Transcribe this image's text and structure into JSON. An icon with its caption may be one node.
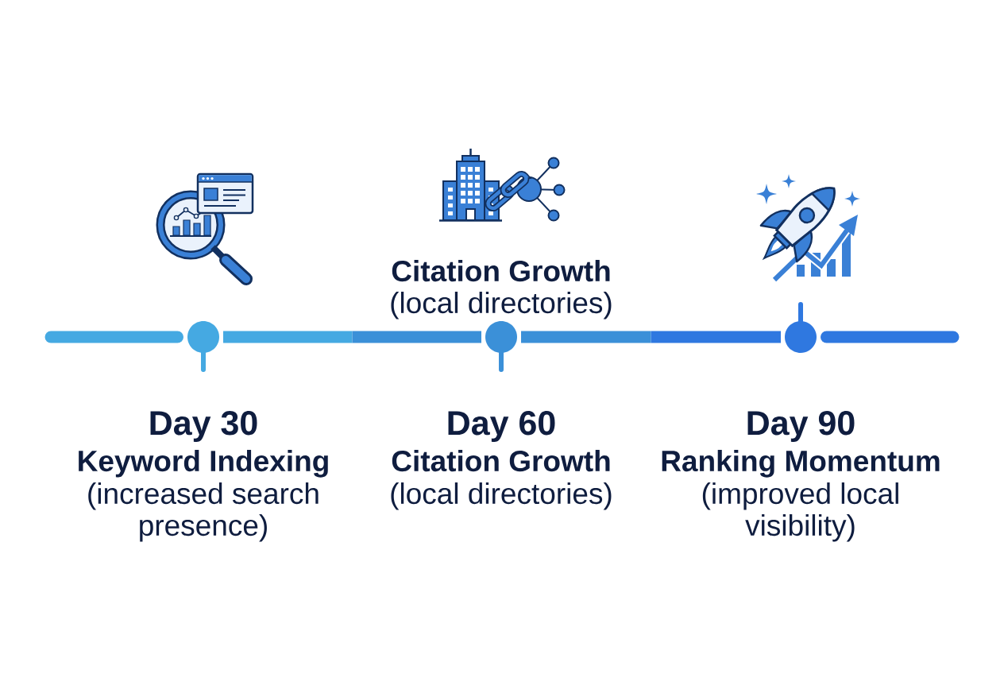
{
  "diagram": {
    "nodes": [
      {
        "text": [],
        "shape": "circle",
        "beside": [
          "Day 30",
          "Keyword Indexing",
          "(increased search presence)"
        ]
      },
      {
        "text": [],
        "shape": "circle",
        "beside": [
          "Day 60",
          "Citation Growth",
          "(local directories)"
        ]
      },
      {
        "text": [],
        "shape": "circle",
        "beside": [
          "Day 90",
          "Ranking Momentum",
          "(improved local visibility)"
        ]
      }
    ],
    "edges": [
      {
        "from": null,
        "to": 0,
        "arrow": "none"
      },
      {
        "from": 0,
        "to": 1,
        "arrow": "none"
      },
      {
        "from": 1,
        "to": 2,
        "arrow": "none"
      },
      {
        "from": 2,
        "to": null,
        "arrow": "none"
      }
    ],
    "labels": [
      "Citation Growth",
      "(local directories)"
    ]
  }
}
